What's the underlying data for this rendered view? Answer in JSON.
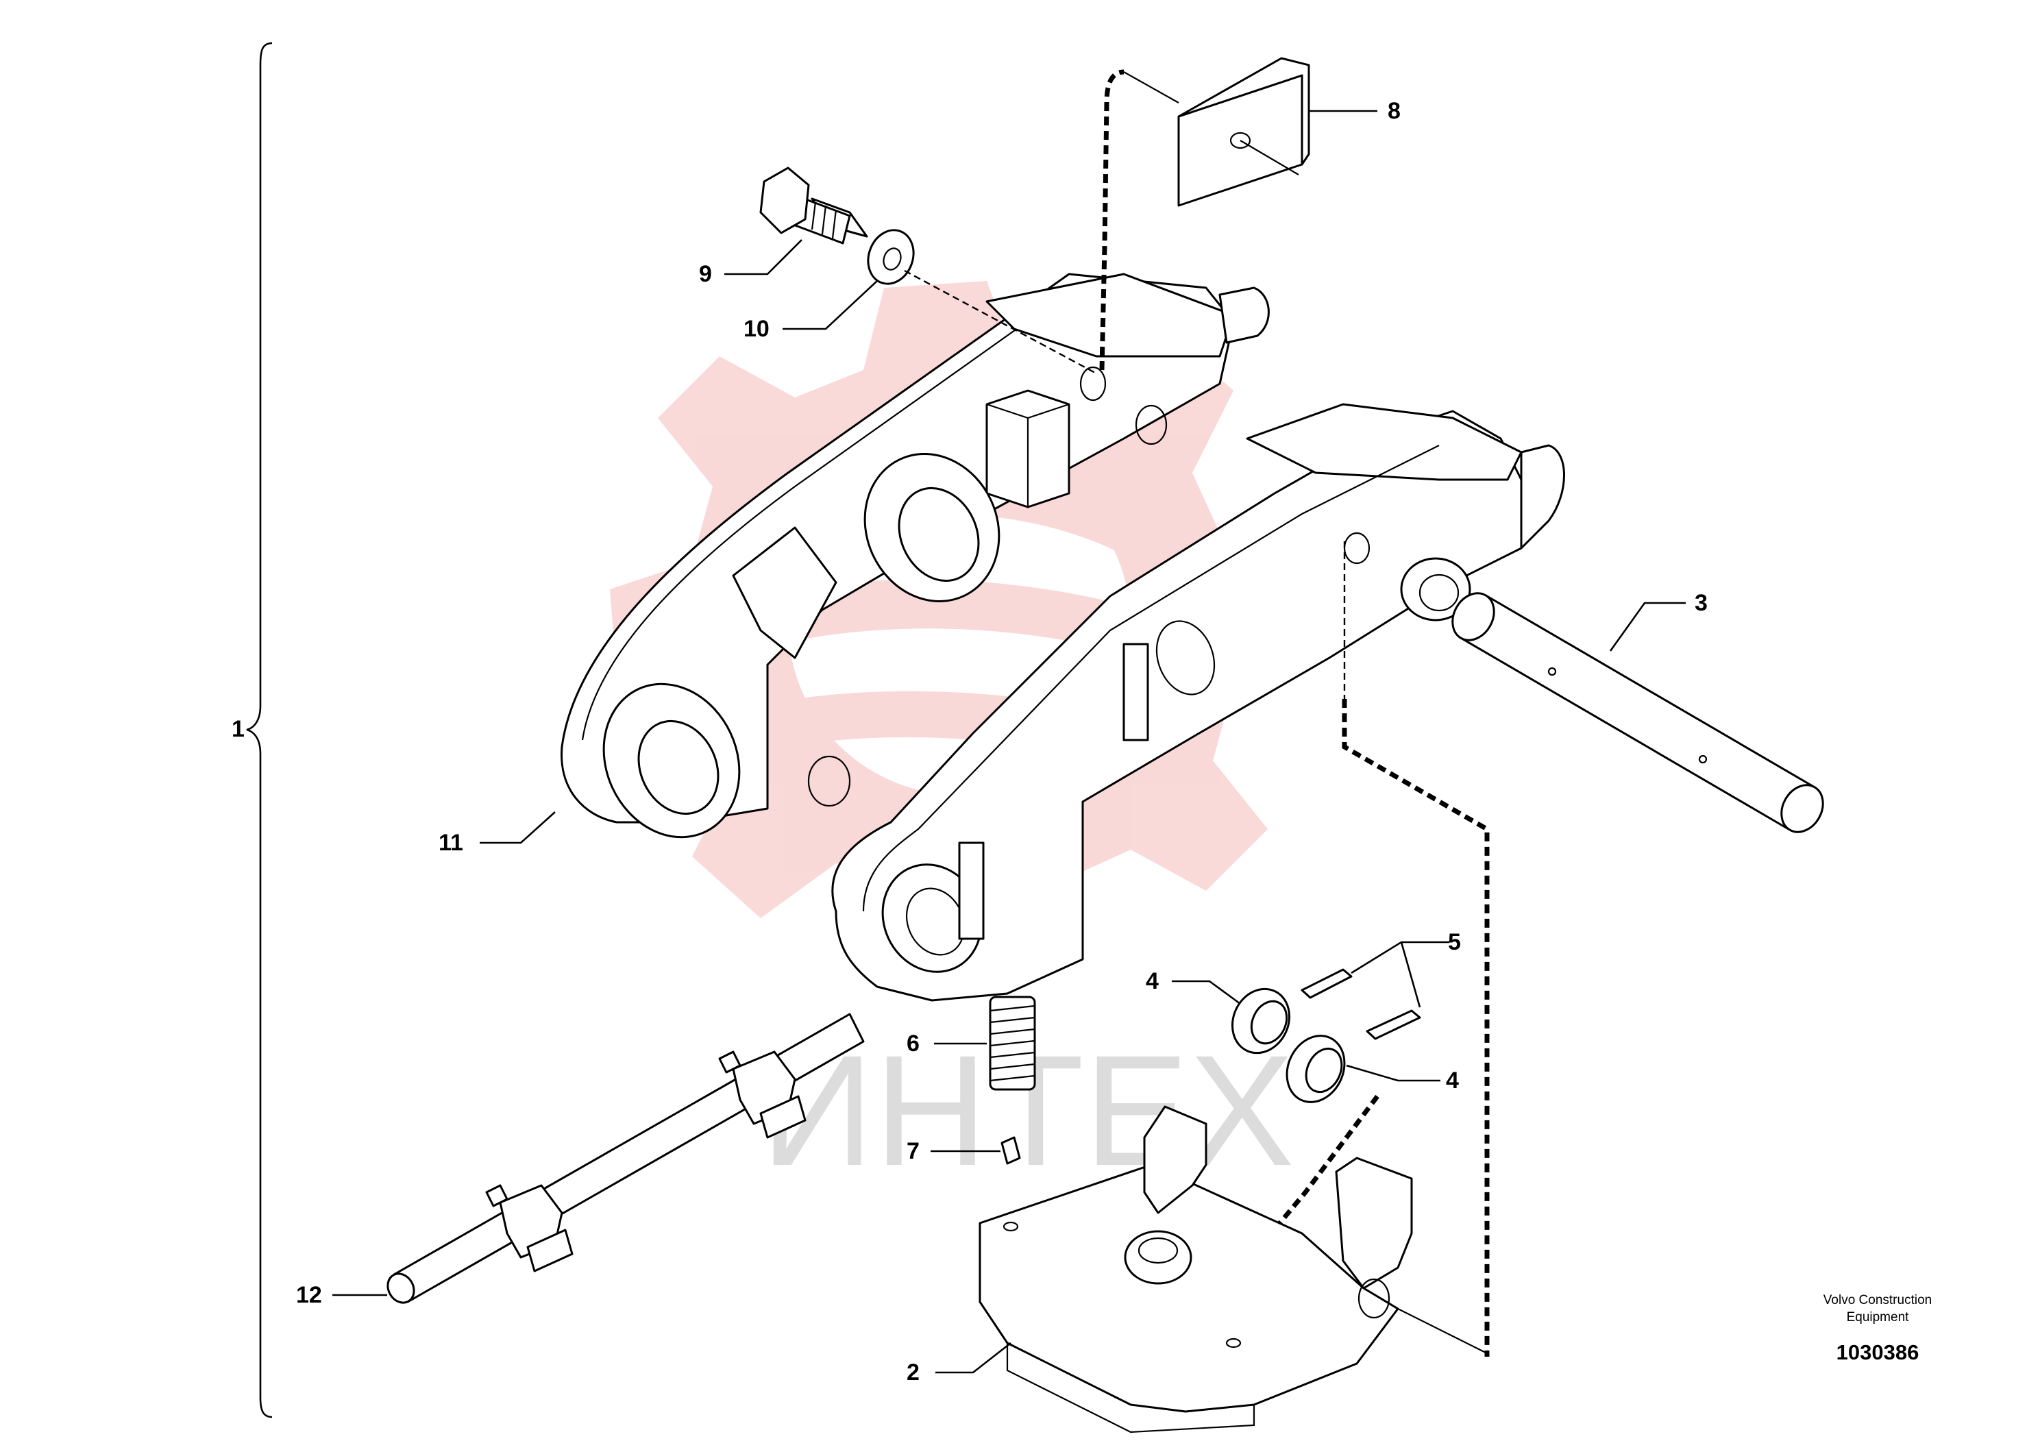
{
  "watermark": {
    "text": "ИНТЕХ",
    "logo_color": "#e85a5a",
    "text_color": "#dcdcdc"
  },
  "callouts": {
    "c1": "1",
    "c2": "2",
    "c3": "3",
    "c4a": "4",
    "c4b": "4",
    "c5": "5",
    "c6": "6",
    "c7": "7",
    "c8": "8",
    "c9": "9",
    "c10": "10",
    "c11": "11",
    "c12": "12"
  },
  "title_block": {
    "brand_line1": "Volvo Construction",
    "brand_line2": "Equipment",
    "drawing_number": "1030386"
  }
}
